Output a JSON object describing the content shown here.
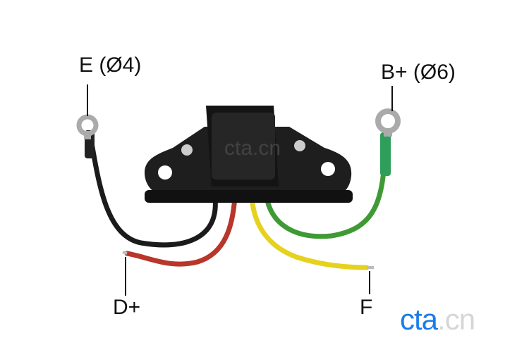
{
  "labels": {
    "ground": "E (Ø4)",
    "battery": "B+ (Ø6)",
    "excitation": "D+",
    "field": "F"
  },
  "watermark": "cta.cn",
  "logo": {
    "primary": "cta",
    "secondary": ".cn"
  },
  "colors": {
    "wire_black": "#1b1b1b",
    "wire_red": "#b8362a",
    "wire_yellow": "#e6d21e",
    "wire_green": "#3f9a35",
    "logo_blue": "#1a7de8",
    "logo_gray": "#d6d6d6"
  }
}
